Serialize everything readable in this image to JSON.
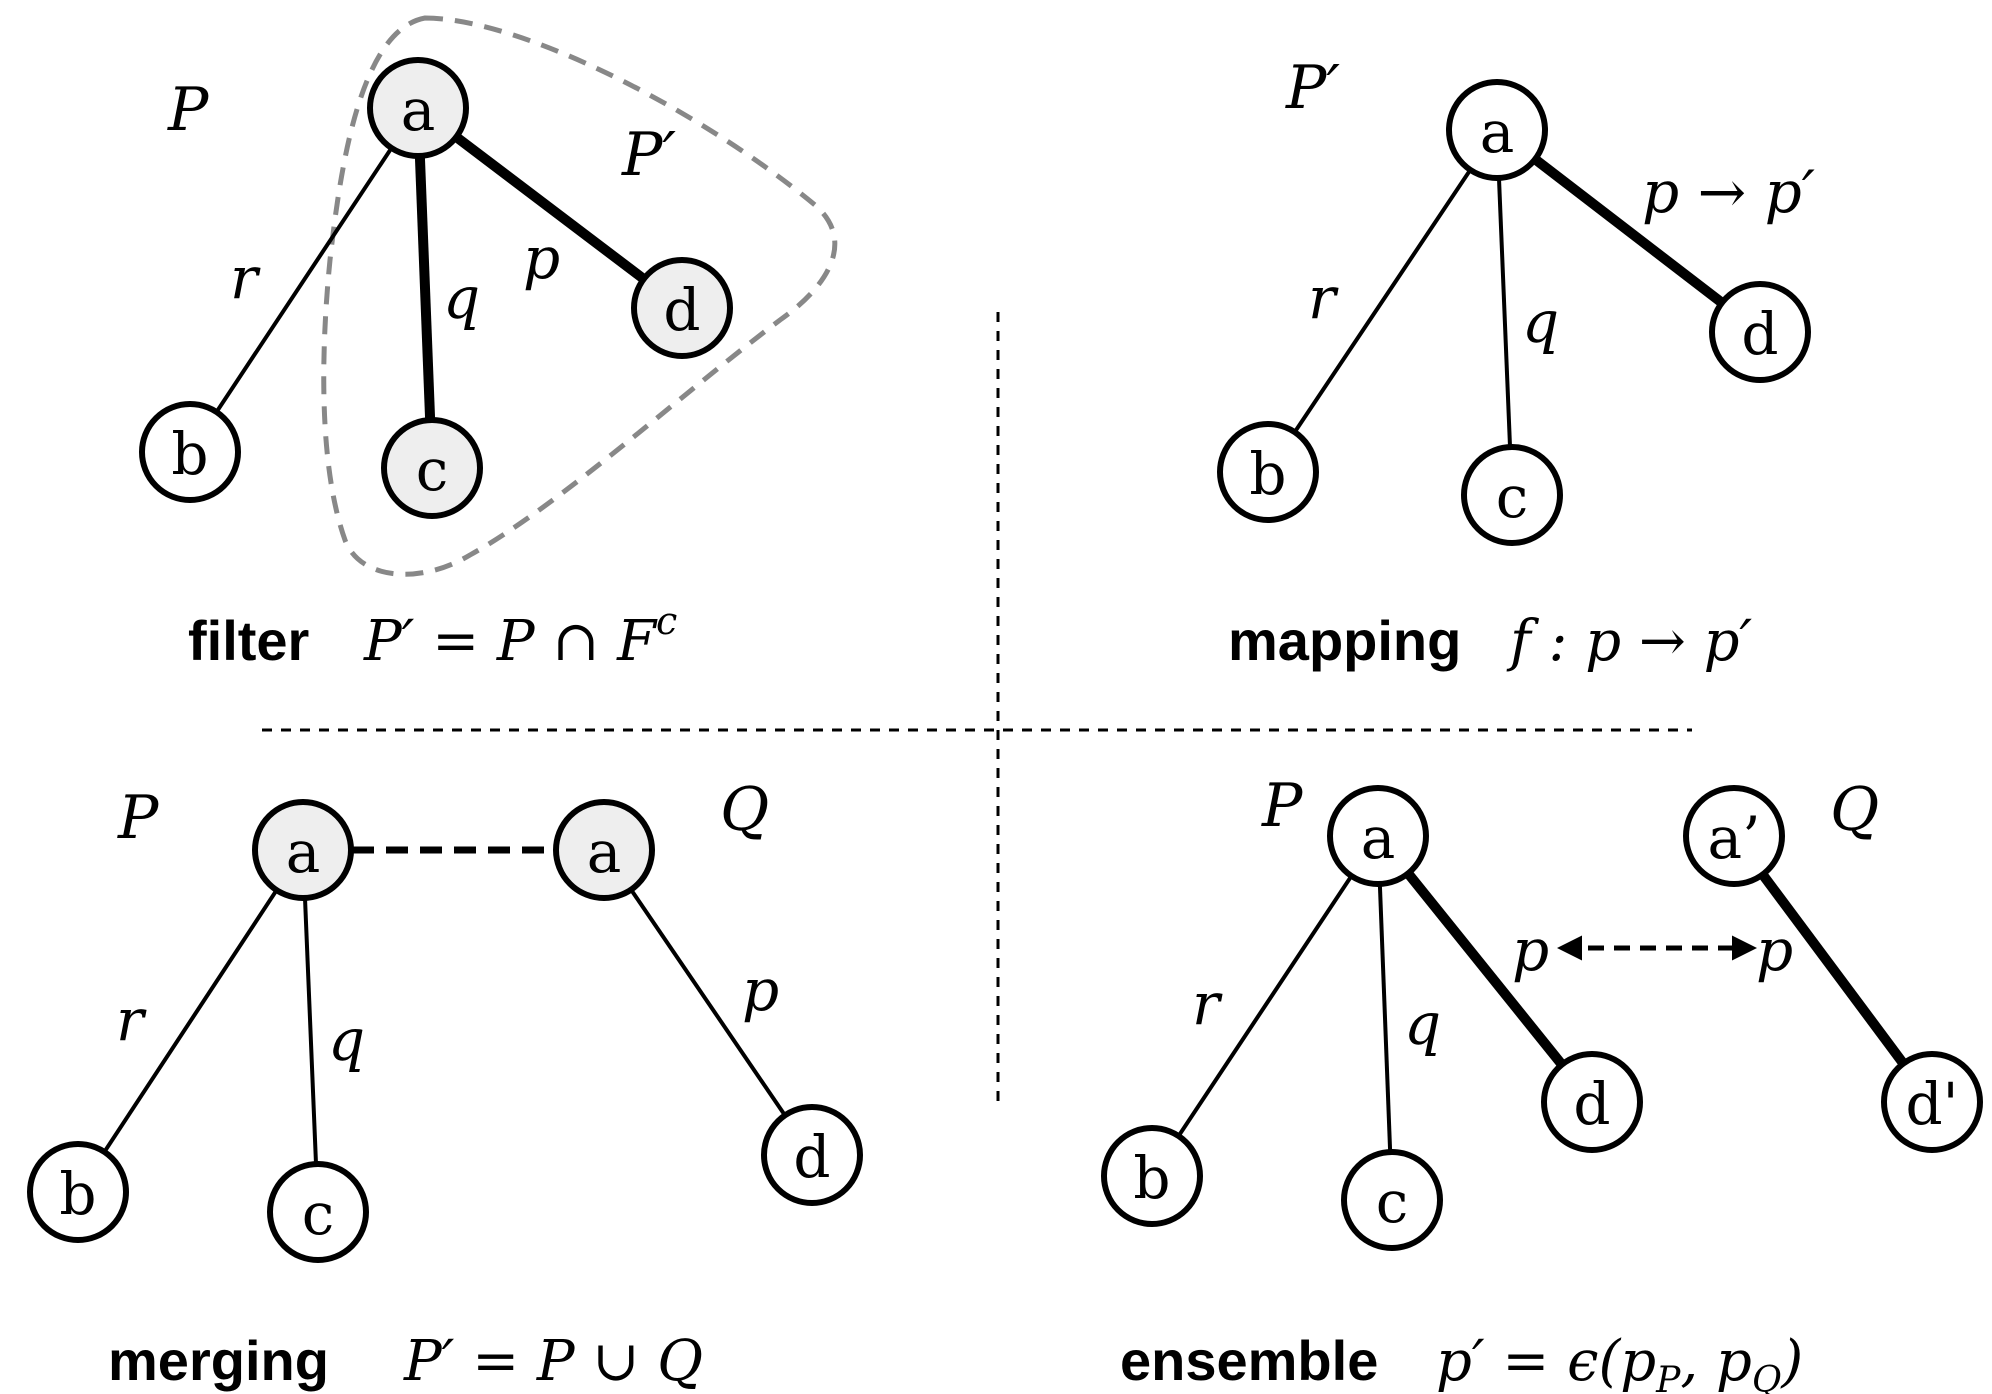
{
  "panels": {
    "filter": {
      "caption_bold": "filter",
      "caption_formula": "P′ = P ∩ F",
      "caption_sup": "c",
      "set_P": "P",
      "set_Pprime": "P′",
      "nodes": {
        "a": "a",
        "b": "b",
        "c": "c",
        "d": "d"
      },
      "edges": {
        "r": "r",
        "q": "q",
        "p": "p"
      }
    },
    "mapping": {
      "caption_bold": "mapping",
      "caption_formula": "f : p → p′",
      "set_Pprime": "P′",
      "nodes": {
        "a": "a",
        "b": "b",
        "c": "c",
        "d": "d"
      },
      "edges": {
        "r": "r",
        "q": "q",
        "p": "p → p′"
      }
    },
    "merging": {
      "caption_bold": "merging",
      "caption_formula": "P′ = P ∪ Q",
      "set_P": "P",
      "set_Q": "Q",
      "nodes": {
        "a": "a",
        "a2": "a",
        "b": "b",
        "c": "c",
        "d": "d"
      },
      "edges": {
        "r": "r",
        "q": "q",
        "p": "p"
      }
    },
    "ensemble": {
      "caption_bold": "ensemble",
      "caption_formula_main": "p′ = ϵ(p",
      "caption_sub1": "P",
      "caption_comma": ", p",
      "caption_sub2": "Q",
      "caption_close": ")",
      "set_P": "P",
      "set_Q": "Q",
      "nodes": {
        "a": "a",
        "aprime": "a’",
        "b": "b",
        "c": "c",
        "d": "d",
        "dprime": "d'"
      },
      "edges": {
        "r": "r",
        "q": "q",
        "p_left": "p",
        "p_right": "p"
      }
    }
  },
  "colors": {
    "highlight_fill": "#eeeeee",
    "plain_fill": "#ffffff",
    "boundary": "#888888",
    "ink": "#000000"
  }
}
